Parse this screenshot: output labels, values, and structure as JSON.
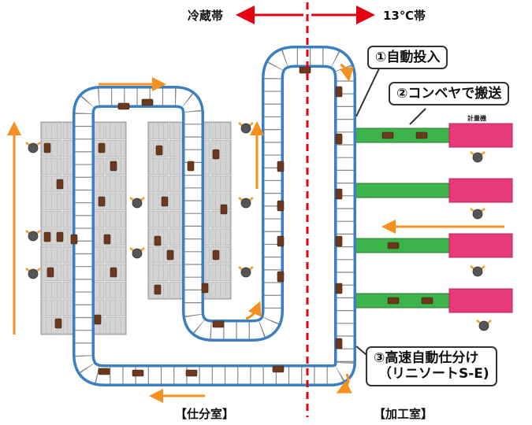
{
  "zones": {
    "cold": "冷蔵帯",
    "warm": "13℃帯"
  },
  "rooms": {
    "sorting": "【仕分室】",
    "processing": "【加工室】"
  },
  "steps": [
    {
      "text": "①自動投入"
    },
    {
      "text": "②コンベヤで搬送"
    },
    {
      "text": "③高速自動仕分け",
      "sub": "（リニソートS-E)"
    }
  ],
  "scale_label": "計量機",
  "colors": {
    "belt": "#3a7fc1",
    "arrow": "#f5901e",
    "divider": "#e60012",
    "lane": "#3cb44b",
    "scale": "#e83a7a",
    "box": "#6b3a1e",
    "rack": "#d4d4d4"
  }
}
